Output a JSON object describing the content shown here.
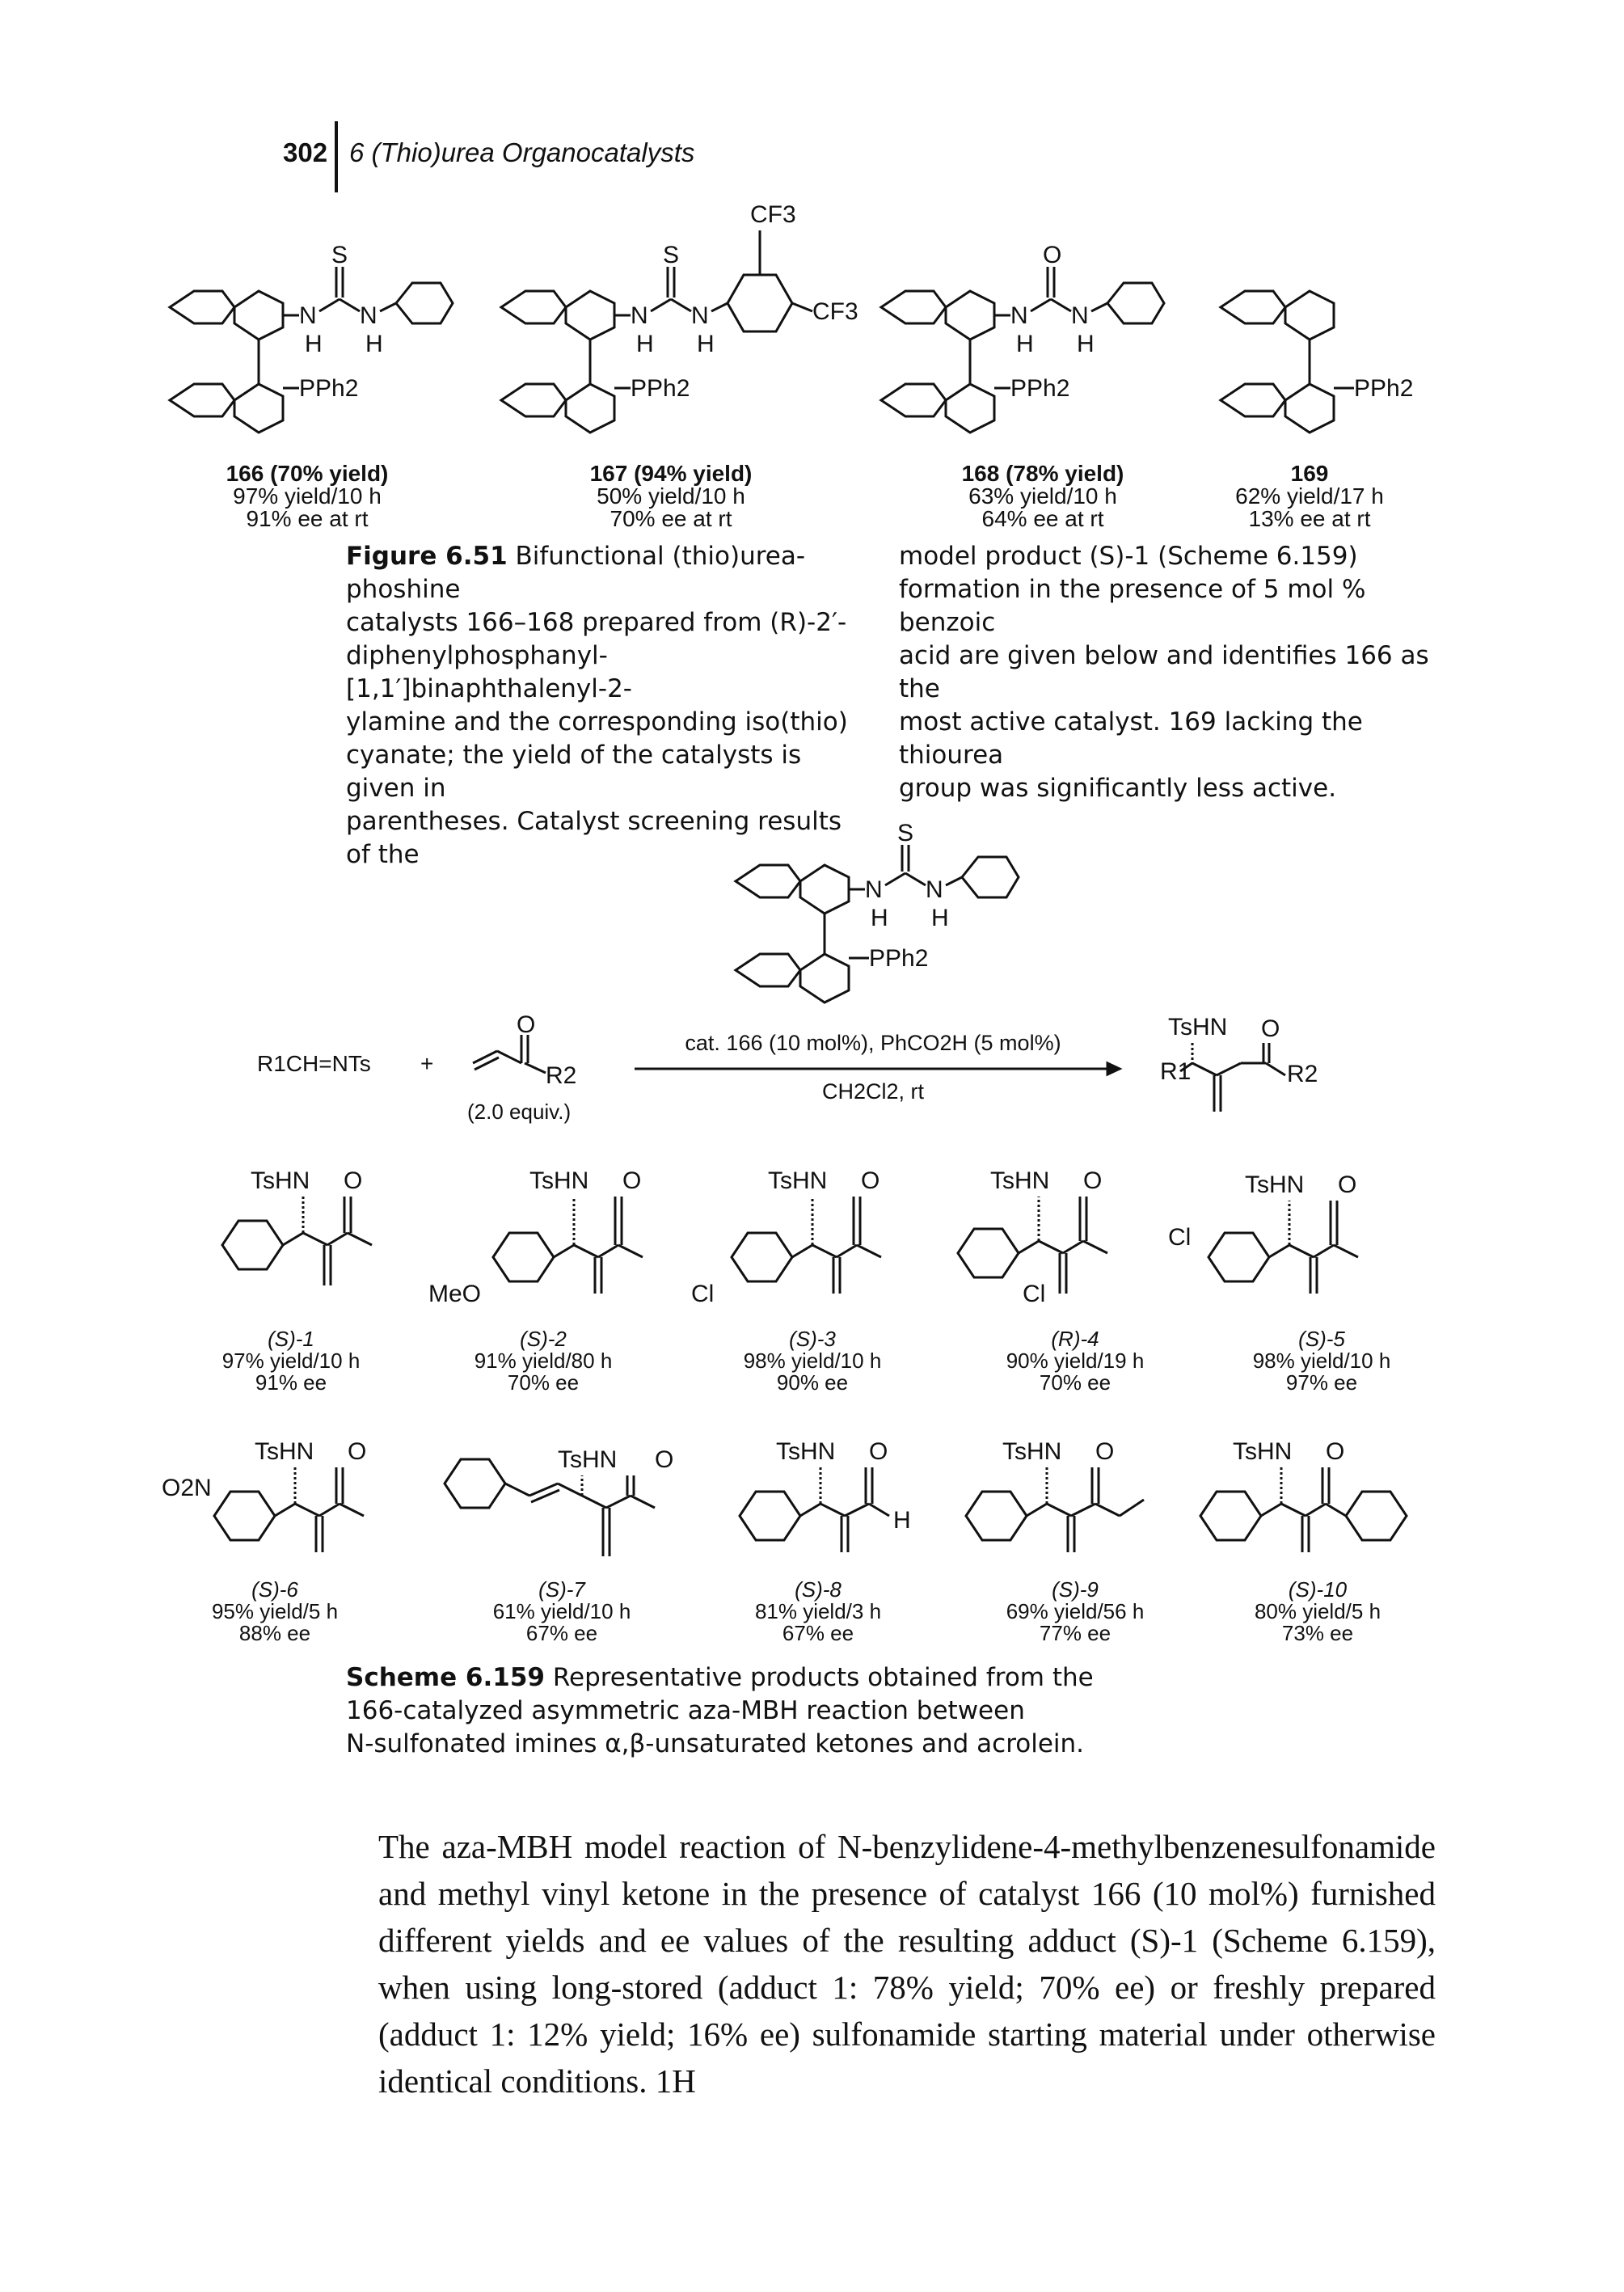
{
  "header": {
    "page_number": "302",
    "chapter_title": "6 (Thio)urea Organocatalysts"
  },
  "figure": {
    "catalysts": [
      {
        "id": "166",
        "name_line": "166 (70% yield)",
        "line2": "97% yield/10 h",
        "line3": "91% ee at rt"
      },
      {
        "id": "167",
        "name_line": "167 (94% yield)",
        "line2": "50% yield/10 h",
        "line3": "70% ee at rt"
      },
      {
        "id": "168",
        "name_line": "168 (78% yield)",
        "line2": "63% yield/10 h",
        "line3": "64% ee at rt"
      },
      {
        "id": "169",
        "name_line": "169",
        "line2": "62% yield/17 h",
        "line3": "13% ee at rt"
      }
    ],
    "structure_text": {
      "S": "S",
      "O": "O",
      "N": "N",
      "H": "H",
      "PPh2": "PPh2",
      "CF3": "CF3"
    },
    "caption_label": "Figure 6.51",
    "caption_left": [
      "Bifunctional (thio)urea-phoshine",
      "catalysts 166–168 prepared from (R)-2′-",
      "diphenylphosphanyl- [1,1′]binaphthalenyl-2-",
      "ylamine and the corresponding iso(thio)",
      "cyanate; the yield of the catalysts is given in",
      "parentheses. Catalyst screening results of the"
    ],
    "caption_right": [
      "model product (S)-1 (Scheme 6.159)",
      "formation in the presence of 5 mol % benzoic",
      "acid are given below and identifies 166 as the",
      "most active catalyst. 169 lacking the thiourea",
      "group was significantly less active."
    ]
  },
  "scheme": {
    "reactant1": "R1CH=NTs",
    "plus": "+",
    "reactant2_equiv": "(2.0 equiv.)",
    "conditions_top": "cat. 166 (10 mol%), PhCO2H (5 mol%)",
    "conditions_bottom": "CH2Cl2, rt",
    "product_labels": {
      "tshn": "TsHN",
      "r1": "R1",
      "r2": "R2",
      "o": "O"
    },
    "products": [
      {
        "name": "(S)-1",
        "yield": "97% yield/10 h",
        "ee": "91% ee"
      },
      {
        "name": "(S)-2",
        "yield": "91% yield/80 h",
        "ee": "70% ee"
      },
      {
        "name": "(S)-3",
        "yield": "98% yield/10 h",
        "ee": "90% ee"
      },
      {
        "name": "(R)-4",
        "yield": "90% yield/19 h",
        "ee": "70% ee"
      },
      {
        "name": "(S)-5",
        "yield": "98% yield/10 h",
        "ee": "97% ee"
      },
      {
        "name": "(S)-6",
        "yield": "95% yield/5 h",
        "ee": "88% ee"
      },
      {
        "name": "(S)-7",
        "yield": "61% yield/10 h",
        "ee": "67% ee"
      },
      {
        "name": "(S)-8",
        "yield": "81% yield/3 h",
        "ee": "67% ee"
      },
      {
        "name": "(S)-9",
        "yield": "69% yield/56 h",
        "ee": "77% ee"
      },
      {
        "name": "(S)-10",
        "yield": "80% yield/5 h",
        "ee": "73% ee"
      }
    ],
    "substituents": {
      "meo": "MeO",
      "cl": "Cl",
      "o2n": "O2N",
      "h": "H"
    },
    "caption_label": "Scheme 6.159",
    "caption_lines": [
      "Representative products obtained from the",
      "166-catalyzed asymmetric aza-MBH reaction between",
      "N-sulfonated imines α,β-unsaturated ketones and acrolein."
    ]
  },
  "body_text": "The aza-MBH model reaction of N-benzylidene-4-methylbenzenesulfonamide and methyl vinyl ketone in the presence of catalyst 166 (10 mol%) furnished different yields and ee values of the resulting adduct (S)-1 (Scheme 6.159), when using long-stored (adduct 1: 78% yield; 70% ee) or freshly prepared (adduct 1: 12% yield; 16% ee) sulfonamide starting material under otherwise identical conditions. 1H"
}
